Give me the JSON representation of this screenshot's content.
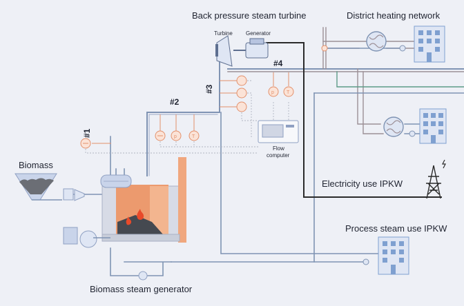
{
  "labels": {
    "back_pressure_turbine": "Back pressure steam turbine",
    "district_heating": "District heating network",
    "turbine": "Turbine",
    "generator": "Generator",
    "biomass": "Biomass",
    "electricity_use": "Electricity use IPKW",
    "process_steam_use": "Process steam use IPKW",
    "biomass_generator": "Biomass steam generator",
    "flow_computer_line1": "Flow",
    "flow_computer_line2": "computer"
  },
  "measurement_points": [
    "#1",
    "#2",
    "#3",
    "#4"
  ],
  "colors": {
    "pipe": "#7f93b3",
    "pipe_hot": "#9c8f96",
    "signal": "#e3906b",
    "furnace": "#ec9a6e",
    "chimney": "#f0a77e",
    "cable": "#2a2a2a",
    "building": "#7fa0d0",
    "green": "#5c9a87"
  },
  "icons": [
    "turbine-icon",
    "generator-icon",
    "heat-exchanger-icon",
    "building-icon",
    "power-pylon-icon",
    "pump-icon",
    "flame-icon",
    "biomass-hopper-icon",
    "flow-computer-icon"
  ]
}
